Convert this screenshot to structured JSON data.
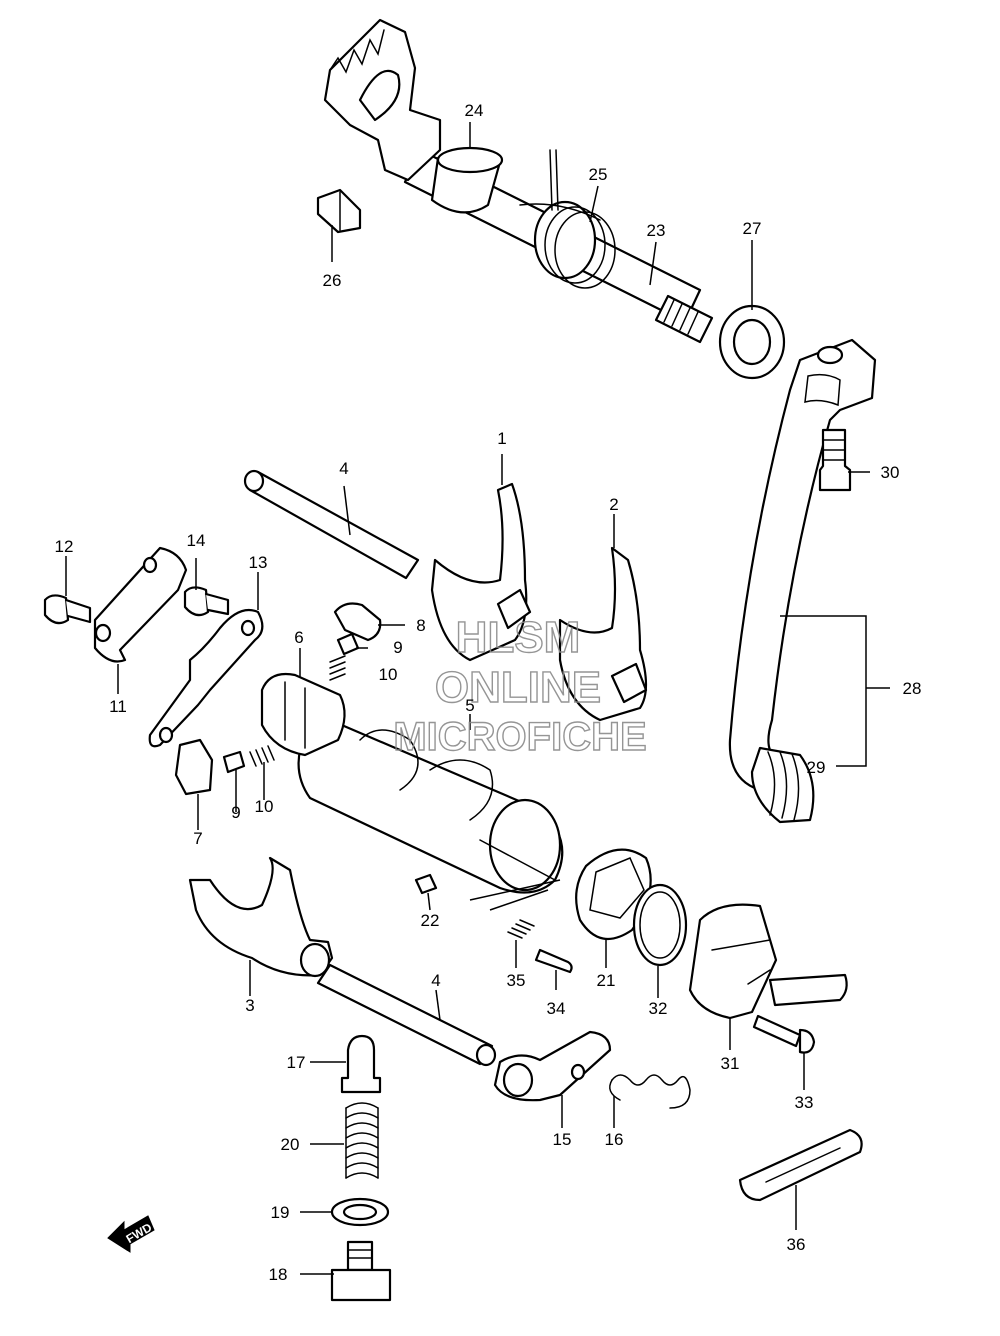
{
  "watermark": {
    "line1": "HLSM",
    "line2": "ONLINE",
    "line3": "MICROFICHE"
  },
  "fwd_label": "FWD",
  "labels": {
    "p1": "1",
    "p2": "2",
    "p3": "3",
    "p4a": "4",
    "p4b": "4",
    "p5": "5",
    "p6": "6",
    "p7": "7",
    "p8": "8",
    "p9a": "9",
    "p9b": "9",
    "p10a": "10",
    "p10b": "10",
    "p11": "11",
    "p12": "12",
    "p13": "13",
    "p14": "14",
    "p15": "15",
    "p16": "16",
    "p17": "17",
    "p18": "18",
    "p19": "19",
    "p20": "20",
    "p21": "21",
    "p22": "22",
    "p23": "23",
    "p24": "24",
    "p25": "25",
    "p26": "26",
    "p27": "27",
    "p28": "28",
    "p29": "29",
    "p30": "30",
    "p31": "31",
    "p32": "32",
    "p33": "33",
    "p34": "34",
    "p35": "35",
    "p36": "36"
  }
}
